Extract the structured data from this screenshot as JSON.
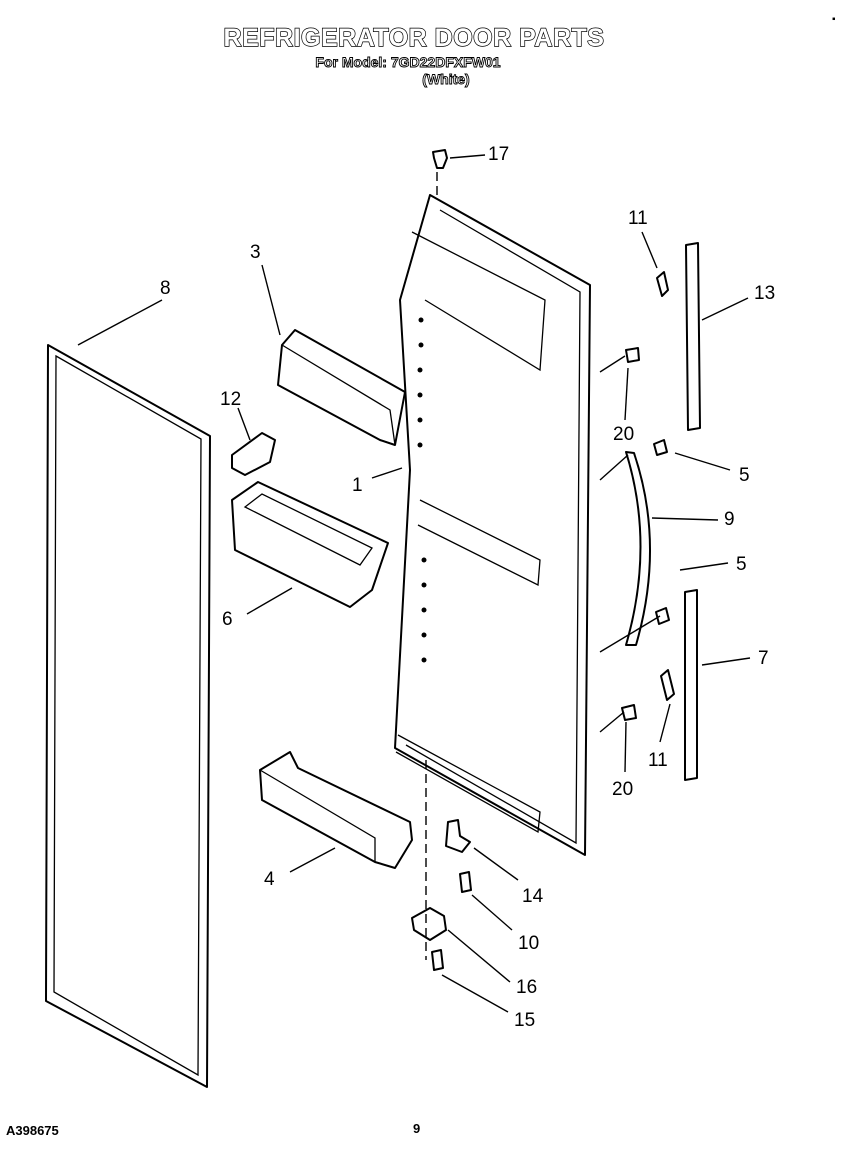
{
  "header": {
    "title": "REFRIGERATOR DOOR PARTS",
    "model_line": "For Model: 7GD22DFXFW01",
    "variant": "(White)"
  },
  "footer": {
    "diagram_code": "A398675",
    "page_number": "9"
  },
  "corner_mark": "▪",
  "callouts": [
    "17",
    "3",
    "8",
    "11",
    "13",
    "12",
    "20",
    "5",
    "1",
    "9",
    "6",
    "5",
    "7",
    "11",
    "20",
    "4",
    "14",
    "10",
    "16",
    "15"
  ]
}
